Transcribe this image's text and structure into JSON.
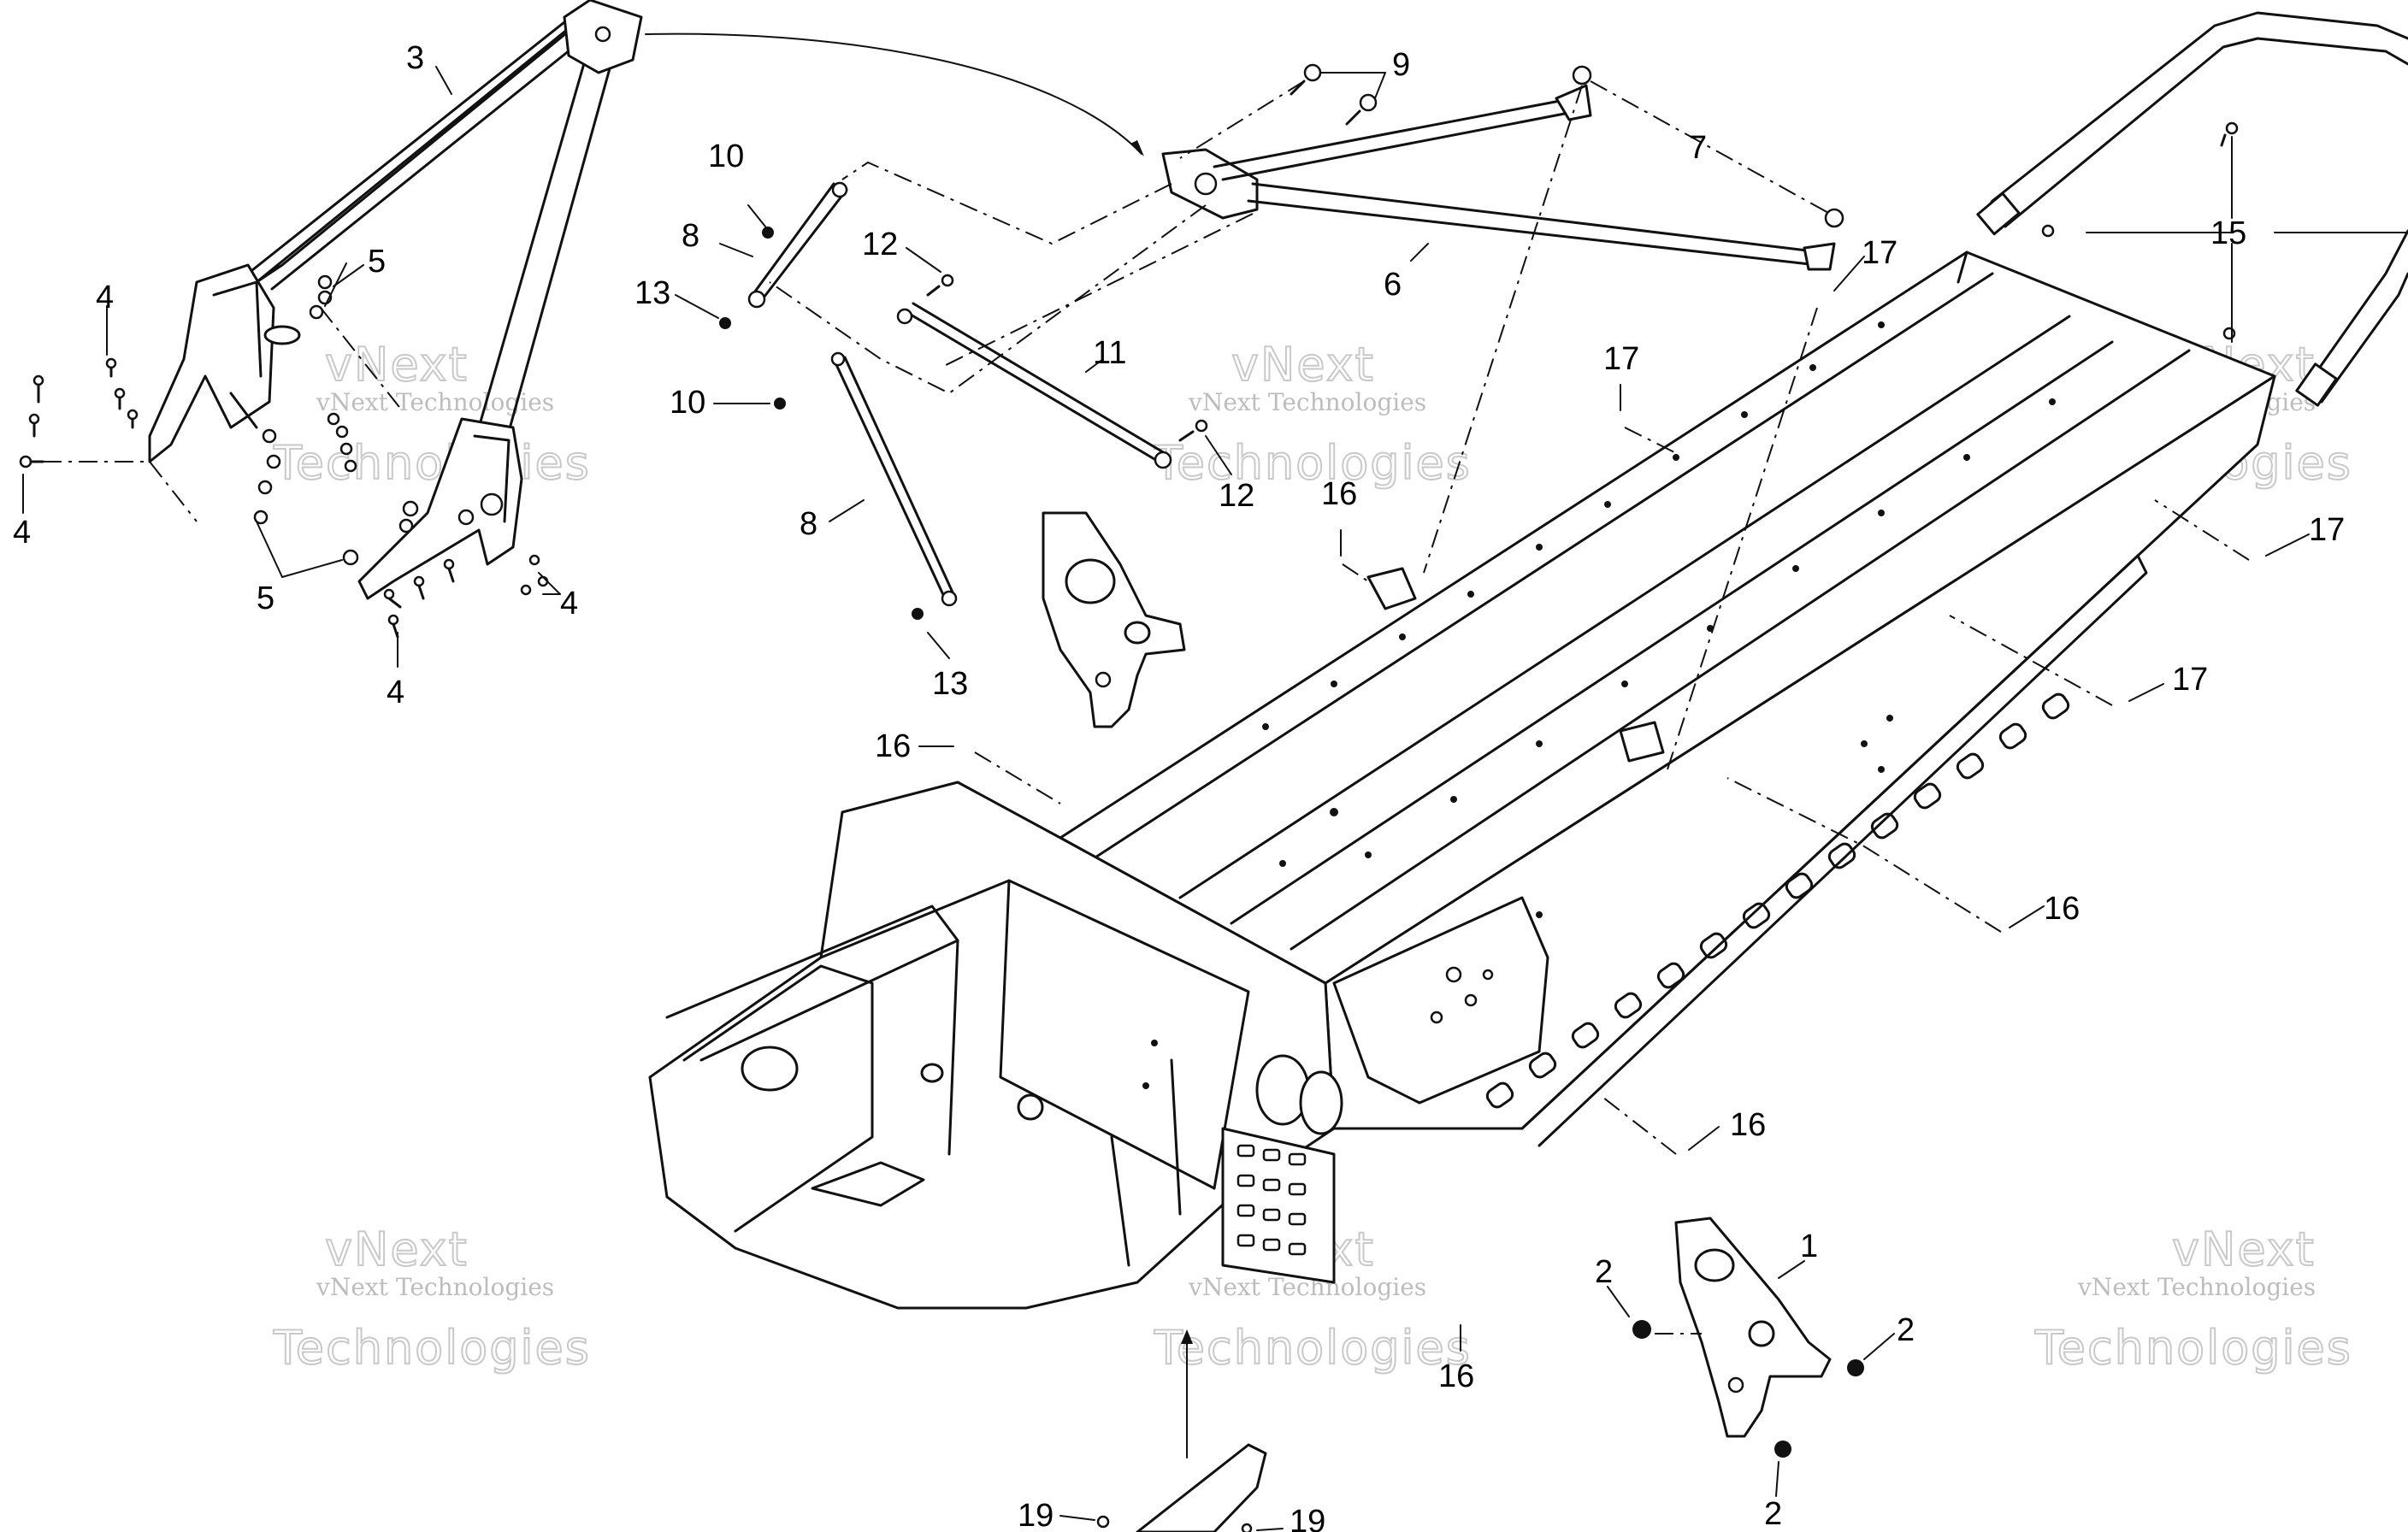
{
  "watermark": {
    "small": "vNext Technologies",
    "big_top": "vNext",
    "big_bottom": "Technologies"
  },
  "callouts": {
    "c1": "1",
    "c2a": "2",
    "c2b": "2",
    "c2c": "2",
    "c3": "3",
    "c4a": "4",
    "c4b": "4",
    "c4c": "4",
    "c4d": "4",
    "c5a": "5",
    "c5b": "5",
    "c6": "6",
    "c7": "7",
    "c8a": "8",
    "c8b": "8",
    "c9": "9",
    "c10a": "10",
    "c10b": "10",
    "c11": "11",
    "c12a": "12",
    "c12b": "12",
    "c13a": "13",
    "c13b": "13",
    "c15": "15",
    "c16a": "16",
    "c16b": "16",
    "c16c": "16",
    "c16d": "16",
    "c16e": "16",
    "c17a": "17",
    "c17b": "17",
    "c17c": "17",
    "c17d": "17",
    "c19a": "19",
    "c19b": "19"
  }
}
